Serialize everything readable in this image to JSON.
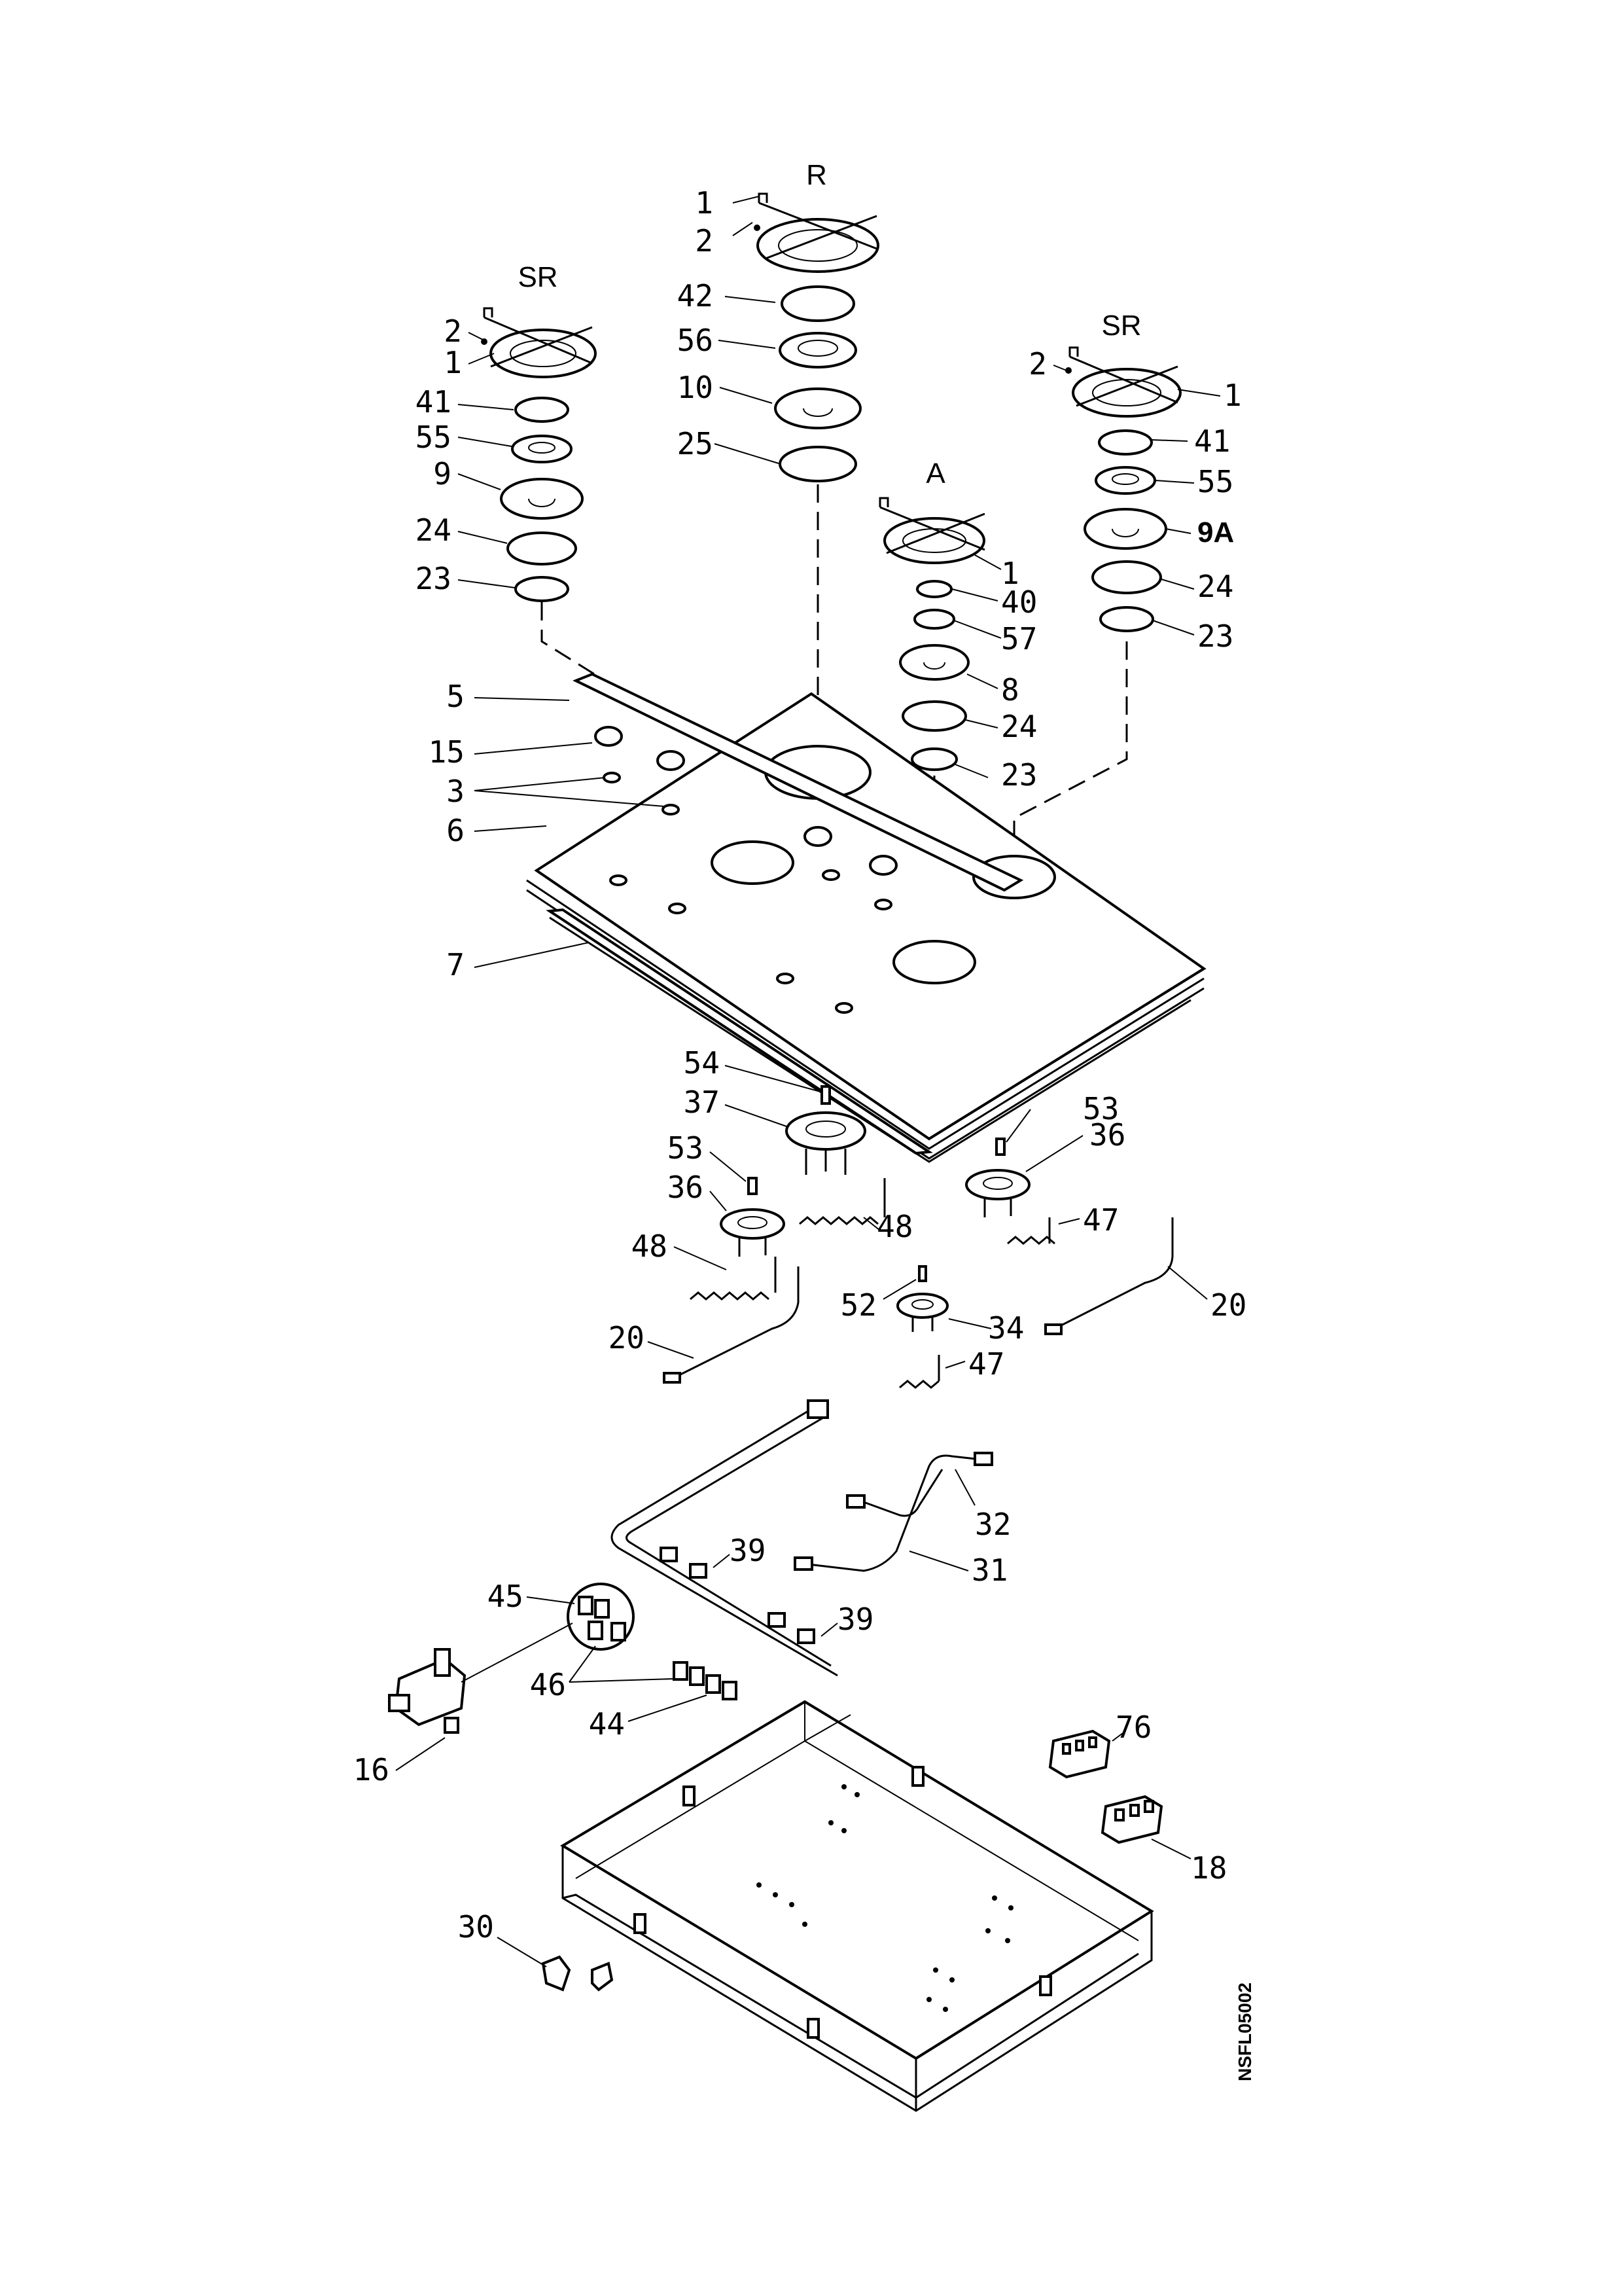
{
  "drawing_code": "NSFL05002",
  "burner_groups": {
    "left": "SR",
    "center": "R",
    "middle": "A",
    "right": "SR"
  },
  "callouts": {
    "c1": "1",
    "c2": "2",
    "c3": "3",
    "c5": "5",
    "c6": "6",
    "c7": "7",
    "c8": "8",
    "c9": "9",
    "c9a": "9A",
    "c10": "10",
    "c15": "15",
    "c16": "16",
    "c18": "18",
    "c20": "20",
    "c23": "23",
    "c24": "24",
    "c25": "25",
    "c30": "30",
    "c31": "31",
    "c32": "32",
    "c34": "34",
    "c36": "36",
    "c37": "37",
    "c39": "39",
    "c40": "40",
    "c41": "41",
    "c42": "42",
    "c44": "44",
    "c45": "45",
    "c46": "46",
    "c47": "47",
    "c48": "48",
    "c52": "52",
    "c53": "53",
    "c54": "54",
    "c55": "55",
    "c56": "56",
    "c57": "57",
    "c76": "76"
  }
}
